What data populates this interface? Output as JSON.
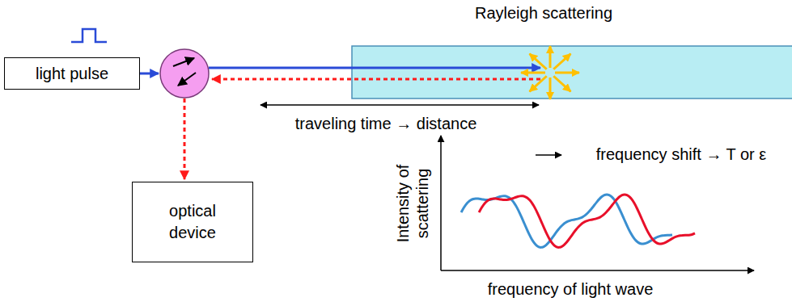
{
  "diagram": {
    "nodes": [
      {
        "text": [
          "light pulse"
        ]
      },
      {
        "text": [
          "optical device"
        ]
      }
    ],
    "labels": [
      "Rayleigh scattering",
      "traveling time → distance",
      "frequency shift → T or ε",
      "Intensity of scattering",
      "frequency of light wave"
    ]
  }
}
